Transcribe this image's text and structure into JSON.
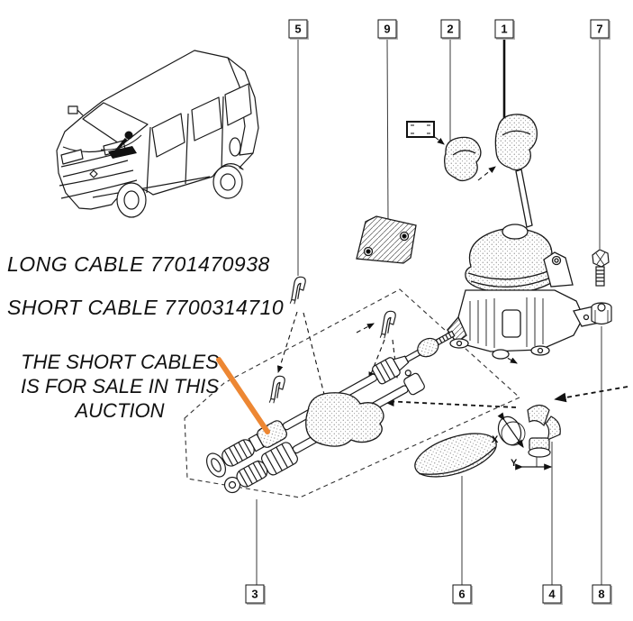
{
  "labels": {
    "long_cable": "LONG CABLE 7701470938",
    "short_cable": "SHORT CABLE 7700314710",
    "note_line1": "THE SHORT CABLES",
    "note_line2": "IS FOR SALE IN THIS",
    "note_line3": "AUCTION"
  },
  "callouts": {
    "top": [
      {
        "label": "5"
      },
      {
        "label": "9"
      },
      {
        "label": "2"
      },
      {
        "label": "1"
      },
      {
        "label": "7"
      }
    ],
    "bottom": [
      {
        "label": "3"
      },
      {
        "label": "6"
      },
      {
        "label": "4"
      },
      {
        "label": "8"
      }
    ]
  },
  "dimensions": {
    "x_label": "X",
    "y_label": "Y"
  },
  "colors": {
    "highlight": "#ED8733",
    "ink": "#1a1a1a",
    "background": "#ffffff"
  }
}
